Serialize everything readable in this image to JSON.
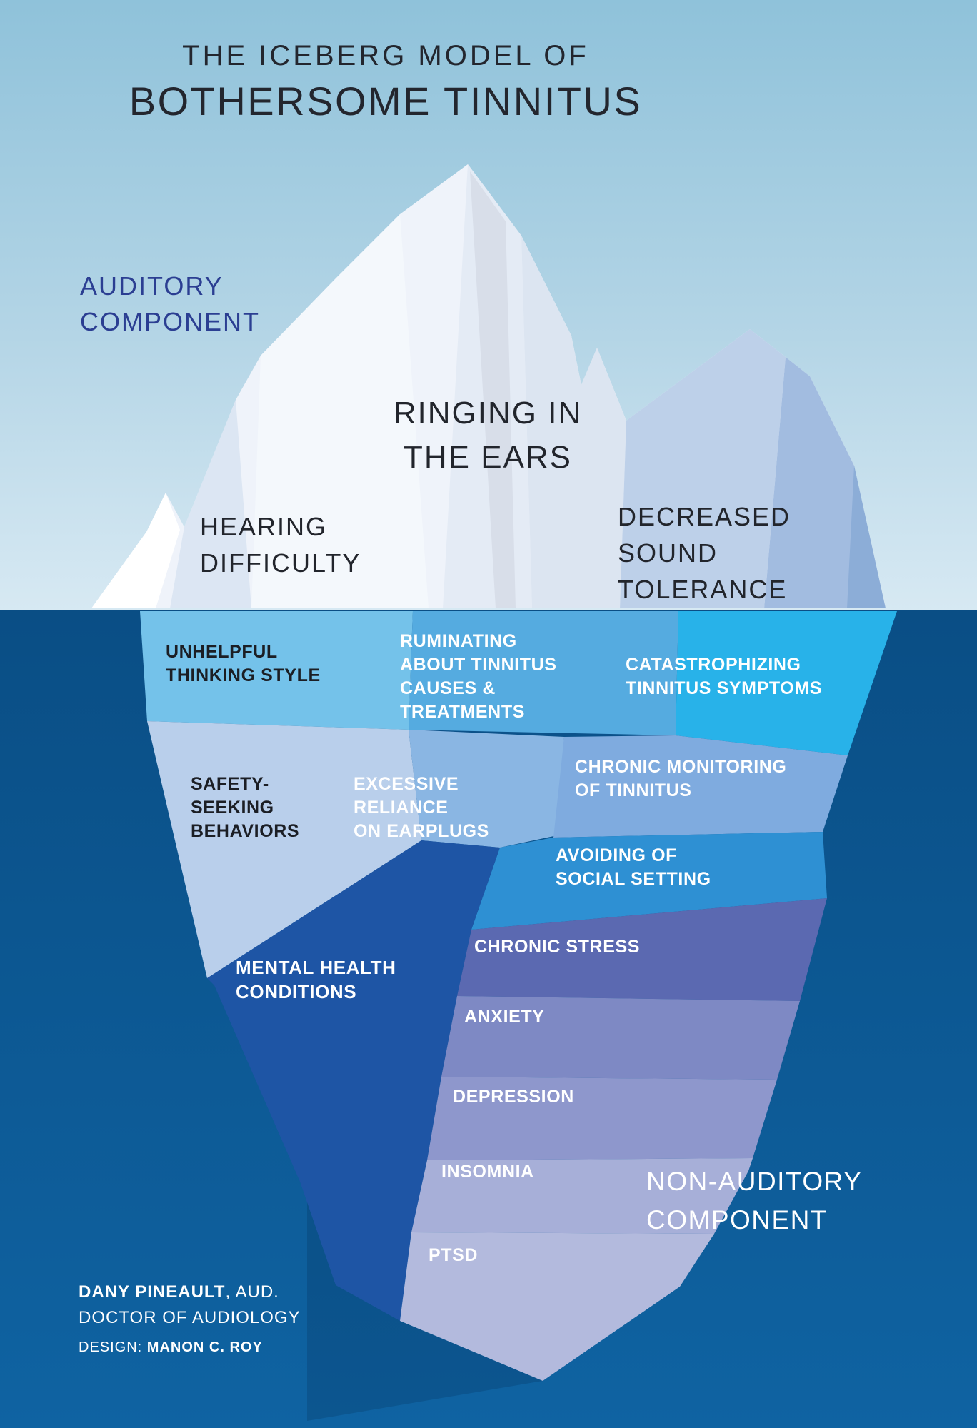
{
  "title": {
    "line1": "THE ICEBERG MODEL OF",
    "line2": "BOTHERSOME TINNITUS"
  },
  "auditory_component": {
    "line1": "AUDITORY",
    "line2": "COMPONENT"
  },
  "non_auditory_component": {
    "line1": "NON-AUDITORY",
    "line2": "COMPONENT"
  },
  "above_water": {
    "ringing": {
      "line1": "RINGING IN",
      "line2": "THE EARS"
    },
    "hearing": {
      "line1": "HEARING",
      "line2": "DIFFICULTY"
    },
    "decreased": {
      "line1": "DECREASED",
      "line2": "SOUND",
      "line3": "TOLERANCE"
    }
  },
  "below_water": {
    "unhelpful": {
      "line1": "UNHELPFUL",
      "line2": "THINKING STYLE"
    },
    "ruminating": {
      "line1": "RUMINATING",
      "line2": "ABOUT TINNITUS",
      "line3": "CAUSES &",
      "line4": "TREATMENTS"
    },
    "catastrophizing": {
      "line1": "CATASTROPHIZING",
      "line2": "TINNITUS SYMPTOMS"
    },
    "safety": {
      "line1": "SAFETY-",
      "line2": "SEEKING",
      "line3": "BEHAVIORS"
    },
    "excessive": {
      "line1": "EXCESSIVE",
      "line2": "RELIANCE",
      "line3": "ON EARPLUGS"
    },
    "monitoring": {
      "line1": "CHRONIC MONITORING",
      "line2": "OF TINNITUS"
    },
    "avoiding": {
      "line1": "AVOIDING OF",
      "line2": "SOCIAL SETTING"
    },
    "mental": {
      "line1": "MENTAL HEALTH",
      "line2": "CONDITIONS"
    },
    "stress": "CHRONIC STRESS",
    "anxiety": "ANXIETY",
    "depression": "DEPRESSION",
    "insomnia": "INSOMNIA",
    "ptsd": "PTSD"
  },
  "credits": {
    "author_name": "DANY PINEAULT",
    "author_suffix": ", AUD.",
    "author_title": "DOCTOR OF AUDIOLOGY",
    "design_prefix": "DESIGN: ",
    "designer": "MANON C. ROY"
  },
  "colors": {
    "sky_top": "#8FC2DA",
    "sky_bottom": "#D7E9F3",
    "water_top": "#0A4E85",
    "water_bottom": "#0F63A2",
    "iceberg_white": "#EFF3FA",
    "auditory_text": "#2B3E92",
    "dark_text": "#1B1E24",
    "seg_unhelpful": "#74C2EA",
    "seg_ruminating": "#55ABE0",
    "seg_catastrophizing": "#28B2E9",
    "seg_safety": "#B9CFEB",
    "seg_excessive": "#8AB6E3",
    "seg_monitoring": "#7FABDF",
    "seg_avoiding": "#2E90D3",
    "seg_mental": "#1E55A5",
    "seg_stress": "#5B69B1",
    "seg_anxiety": "#7E89C4",
    "seg_depression": "#8E97CC",
    "seg_insomnia": "#A7AFD8",
    "seg_ptsd": "#B3BADD"
  }
}
